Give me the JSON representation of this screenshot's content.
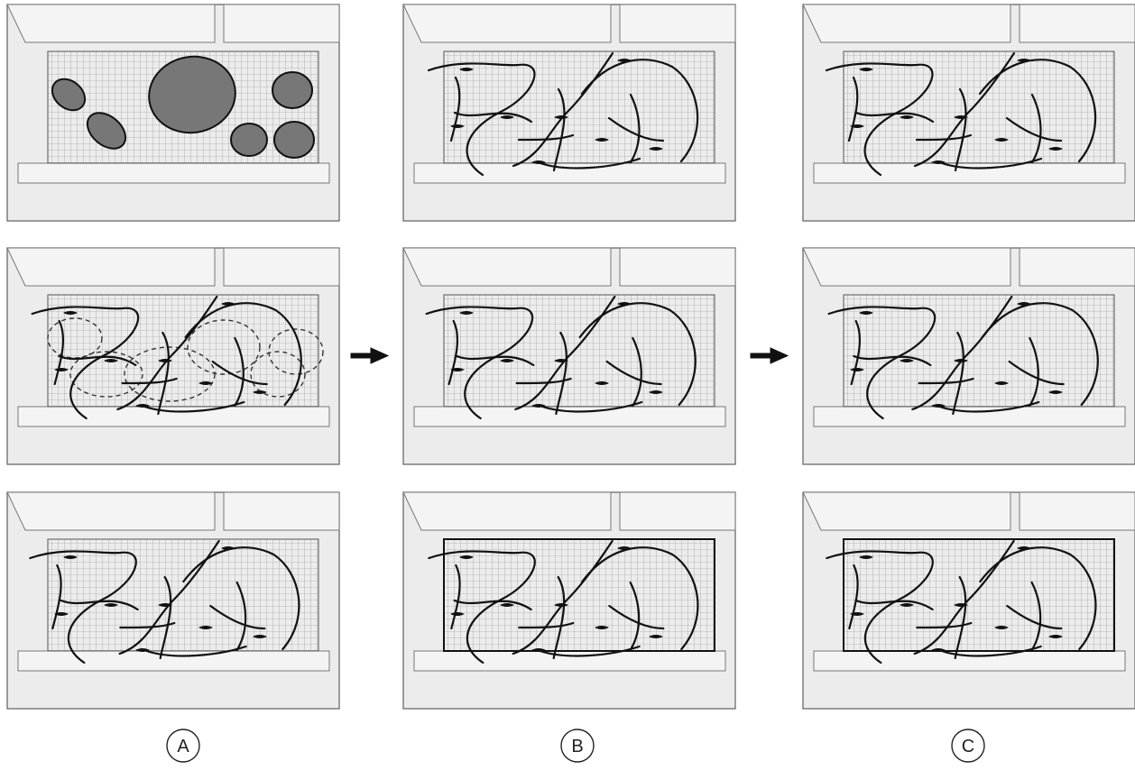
{
  "columns": [
    {
      "id": "A",
      "label": "A"
    },
    {
      "id": "B",
      "label": "B"
    },
    {
      "id": "C",
      "label": "C"
    }
  ],
  "arrows": [
    {
      "from_column": "A",
      "to_column": "B",
      "row": 2,
      "icon": "right-arrow-icon"
    },
    {
      "from_column": "B",
      "to_column": "C",
      "row": 2,
      "icon": "right-arrow-icon"
    }
  ],
  "colors": {
    "line": "#111111",
    "panel_background": "#ececec",
    "grid_fill": "#e6e6e6",
    "blob_fill": "#777777"
  }
}
